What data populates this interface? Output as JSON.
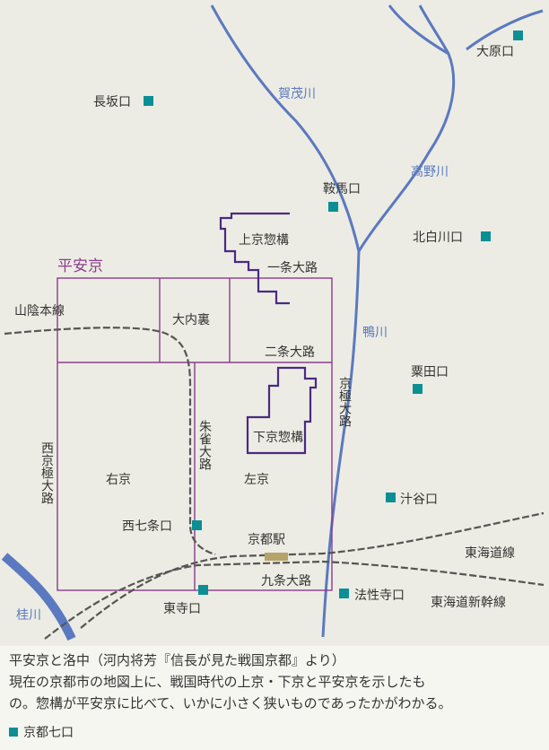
{
  "map": {
    "labels": {
      "kamo_river_upper": "賀茂川",
      "takano_river": "高野川",
      "kamo_river": "鴨川",
      "katsura_river": "桂川",
      "heian_kyo": "平安京",
      "sanin_line": "山陰本線",
      "daidairi": "大内裏",
      "kamigyo": "上京惣構",
      "shimogyo": "下京惣構",
      "ichijo": "一条大路",
      "nijo": "二条大路",
      "kyogoku": "京極大路",
      "nishi_kyogoku": "西京極大路",
      "suzaku": "朱雀大路",
      "ukyo": "右京",
      "sakyo": "左京",
      "kyoto_station": "京都駅",
      "kujo": "九条大路",
      "tokaido": "東海道線",
      "shinkansen": "東海道新幹線"
    },
    "gates": [
      {
        "id": "ohara",
        "label": "大原口"
      },
      {
        "id": "nagasaka",
        "label": "長坂口"
      },
      {
        "id": "kurama",
        "label": "鞍馬口"
      },
      {
        "id": "kitashirakawa",
        "label": "北白川口"
      },
      {
        "id": "awata",
        "label": "粟田口"
      },
      {
        "id": "shirutani",
        "label": "汁谷口"
      },
      {
        "id": "nishishichijo",
        "label": "西七条口"
      },
      {
        "id": "toji",
        "label": "東寺口"
      },
      {
        "id": "hosshoji",
        "label": "法性寺口"
      }
    ],
    "colors": {
      "river": "#5b79c0",
      "grid": "#8b3d8c",
      "sokamae": "#4a2a83",
      "gate": "#0b8f95",
      "rail": "#555555",
      "land": "#ecece4"
    }
  },
  "caption": {
    "line1": "平安京と洛中（河内将芳『信長が見た戦国京都』より）",
    "line2": "現在の京都市の地図上に、戦国時代の上京・下京と平安京を示したも",
    "line3": "の。惣構が平安京に比べて、いかに小さく狭いものであったかがわかる。"
  },
  "legend": {
    "label": "京都七口"
  }
}
